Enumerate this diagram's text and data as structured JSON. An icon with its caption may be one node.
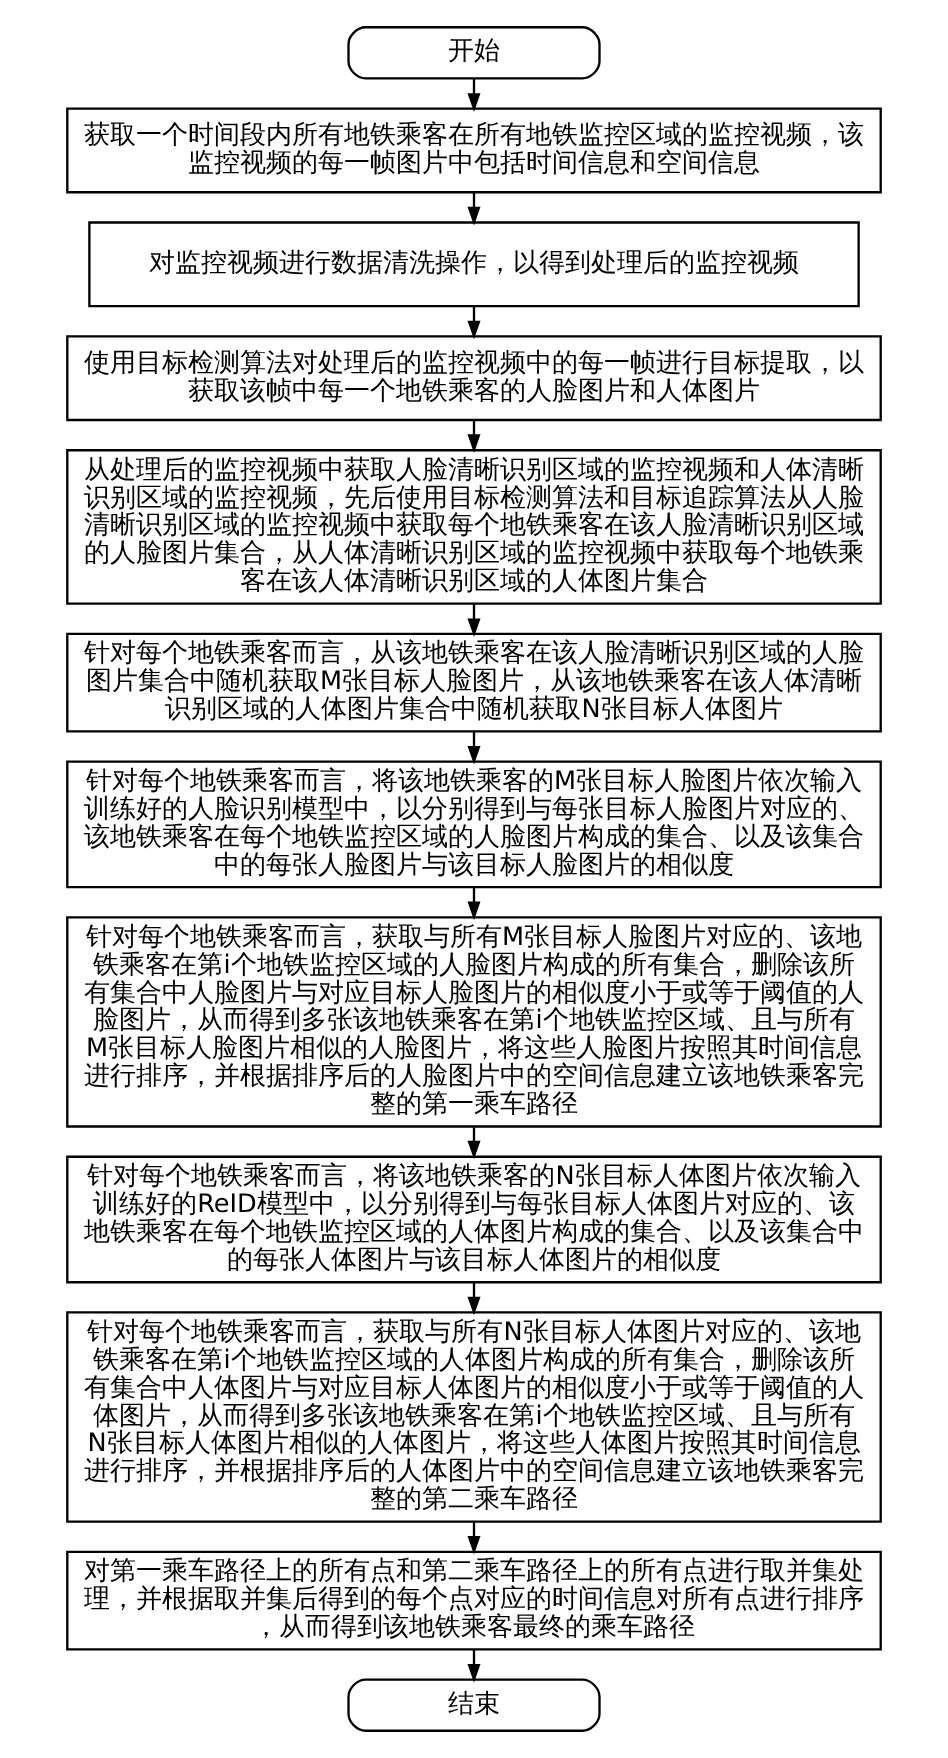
{
  "diagram": {
    "nodes": [
      {
        "text": [
          "开始"
        ]
      },
      {
        "text": [
          "获取一个时间段内所有地铁乘客在所有地铁监控区域的监控视频，该监控视频的每一帧图片中包括时间信息和空间信息"
        ]
      },
      {
        "text": [
          "对监控视频进行数据清洗操作，以得到处理后的监控视频"
        ]
      },
      {
        "text": [
          "使用目标检测算法对处理后的监控视频中的每一帧进行目标提取，以获取该帧中每一个地铁乘客的人脸图片和人体图片"
        ]
      },
      {
        "text": [
          "从处理后的监控视频中获取人脸清晰识别区域的监控视频和人体清晰识别区域的监控视频，先后使用目标检测算法和目标追踪算法从人脸清晰识别区域的监控视频中获取每个地铁乘客在该人脸清晰识别区域的人脸图片集合，从人体清晰识别区域的监控视频中获取每个地铁乘客在该人体清晰识别区域的人体图片集合"
        ]
      },
      {
        "text": [
          "针对每个地铁乘客而言，从该地铁乘客在该人脸清晰识别区域的人脸图片集合中随机获取M张目标人脸图片，从该地铁乘客在该人体清晰识别区域的人体图片集合中随机获取N张目标人体图片"
        ]
      },
      {
        "text": [
          "针对每个地铁乘客而言，将该地铁乘客的M张目标人脸图片依次输入训练好的人脸识别模型中，以分别得到与每张目标人脸图片对应的、该地铁乘客在每个地铁监控区域的人脸图片构成的集合、以及该集合中的每张人脸图片与该目标人脸图片的相似度"
        ]
      },
      {
        "text": [
          "针对每个地铁乘客而言，获取与所有M张目标人脸图片对应的、该地铁乘客在第i个地铁监控区域的人脸图片构成的所有集合，删除该所有集合中人脸图片与对应目标人脸图片的相似度小于或等于阈值的人脸图片，从而得到多张该地铁乘客在第i个地铁监控区域、且与所有M张目标人脸图片相似的人脸图片，将这些人脸图片按照其时间信息进行排序，并根据排序后的人脸图片中的空间信息建立该地铁乘客完整的第一乘车路径"
        ]
      },
      {
        "text": [
          "针对每个地铁乘客而言，将该地铁乘客的N张目标人体图片依次输入训练好的ReID模型中，以分别得到与每张目标人体图片对应的、该地铁乘客在每个地铁监控区域的人体图片构成的集合、以及该集合中的每张人体图片与该目标人体图片的相似度"
        ]
      },
      {
        "text": [
          "针对每个地铁乘客而言，获取与所有N张目标人体图片对应的、该地铁乘客在第i个地铁监控区域的人体图片构成的所有集合，删除该所有集合中人体图片与对应目标人体图片的相似度小于或等于阈值的人体图片，从而得到多张该地铁乘客在第i个地铁监控区域、且与所有N张目标人体图片相似的人体图片，将这些人体图片按照其时间信息进行排序，并根据排序后的人体图片中的空间信息建立该地铁乘客完整的第二乘车路径"
        ]
      },
      {
        "text": [
          "对第一乘车路径上的所有点和第二乘车路径上的所有点进行取并集处理，并根据取并集后得到的每个点对应的时间信息对所有点进行排序，从而得到该地铁乘客最终的乘车路径"
        ]
      },
      {
        "text": [
          "结束"
        ]
      }
    ],
    "edges": [
      {
        "from": 0,
        "to": 1,
        "arrow": "to"
      },
      {
        "from": 1,
        "to": 2,
        "arrow": "to"
      },
      {
        "from": 2,
        "to": 3,
        "arrow": "to"
      },
      {
        "from": 3,
        "to": 4,
        "arrow": "to"
      },
      {
        "from": 4,
        "to": 5,
        "arrow": "to"
      },
      {
        "from": 5,
        "to": 6,
        "arrow": "to"
      },
      {
        "from": 6,
        "to": 7,
        "arrow": "to"
      },
      {
        "from": 7,
        "to": 8,
        "arrow": "to"
      },
      {
        "from": 8,
        "to": 9,
        "arrow": "to"
      },
      {
        "from": 9,
        "to": 10,
        "arrow": "to"
      },
      {
        "from": 10,
        "to": 11,
        "arrow": "to"
      }
    ]
  }
}
